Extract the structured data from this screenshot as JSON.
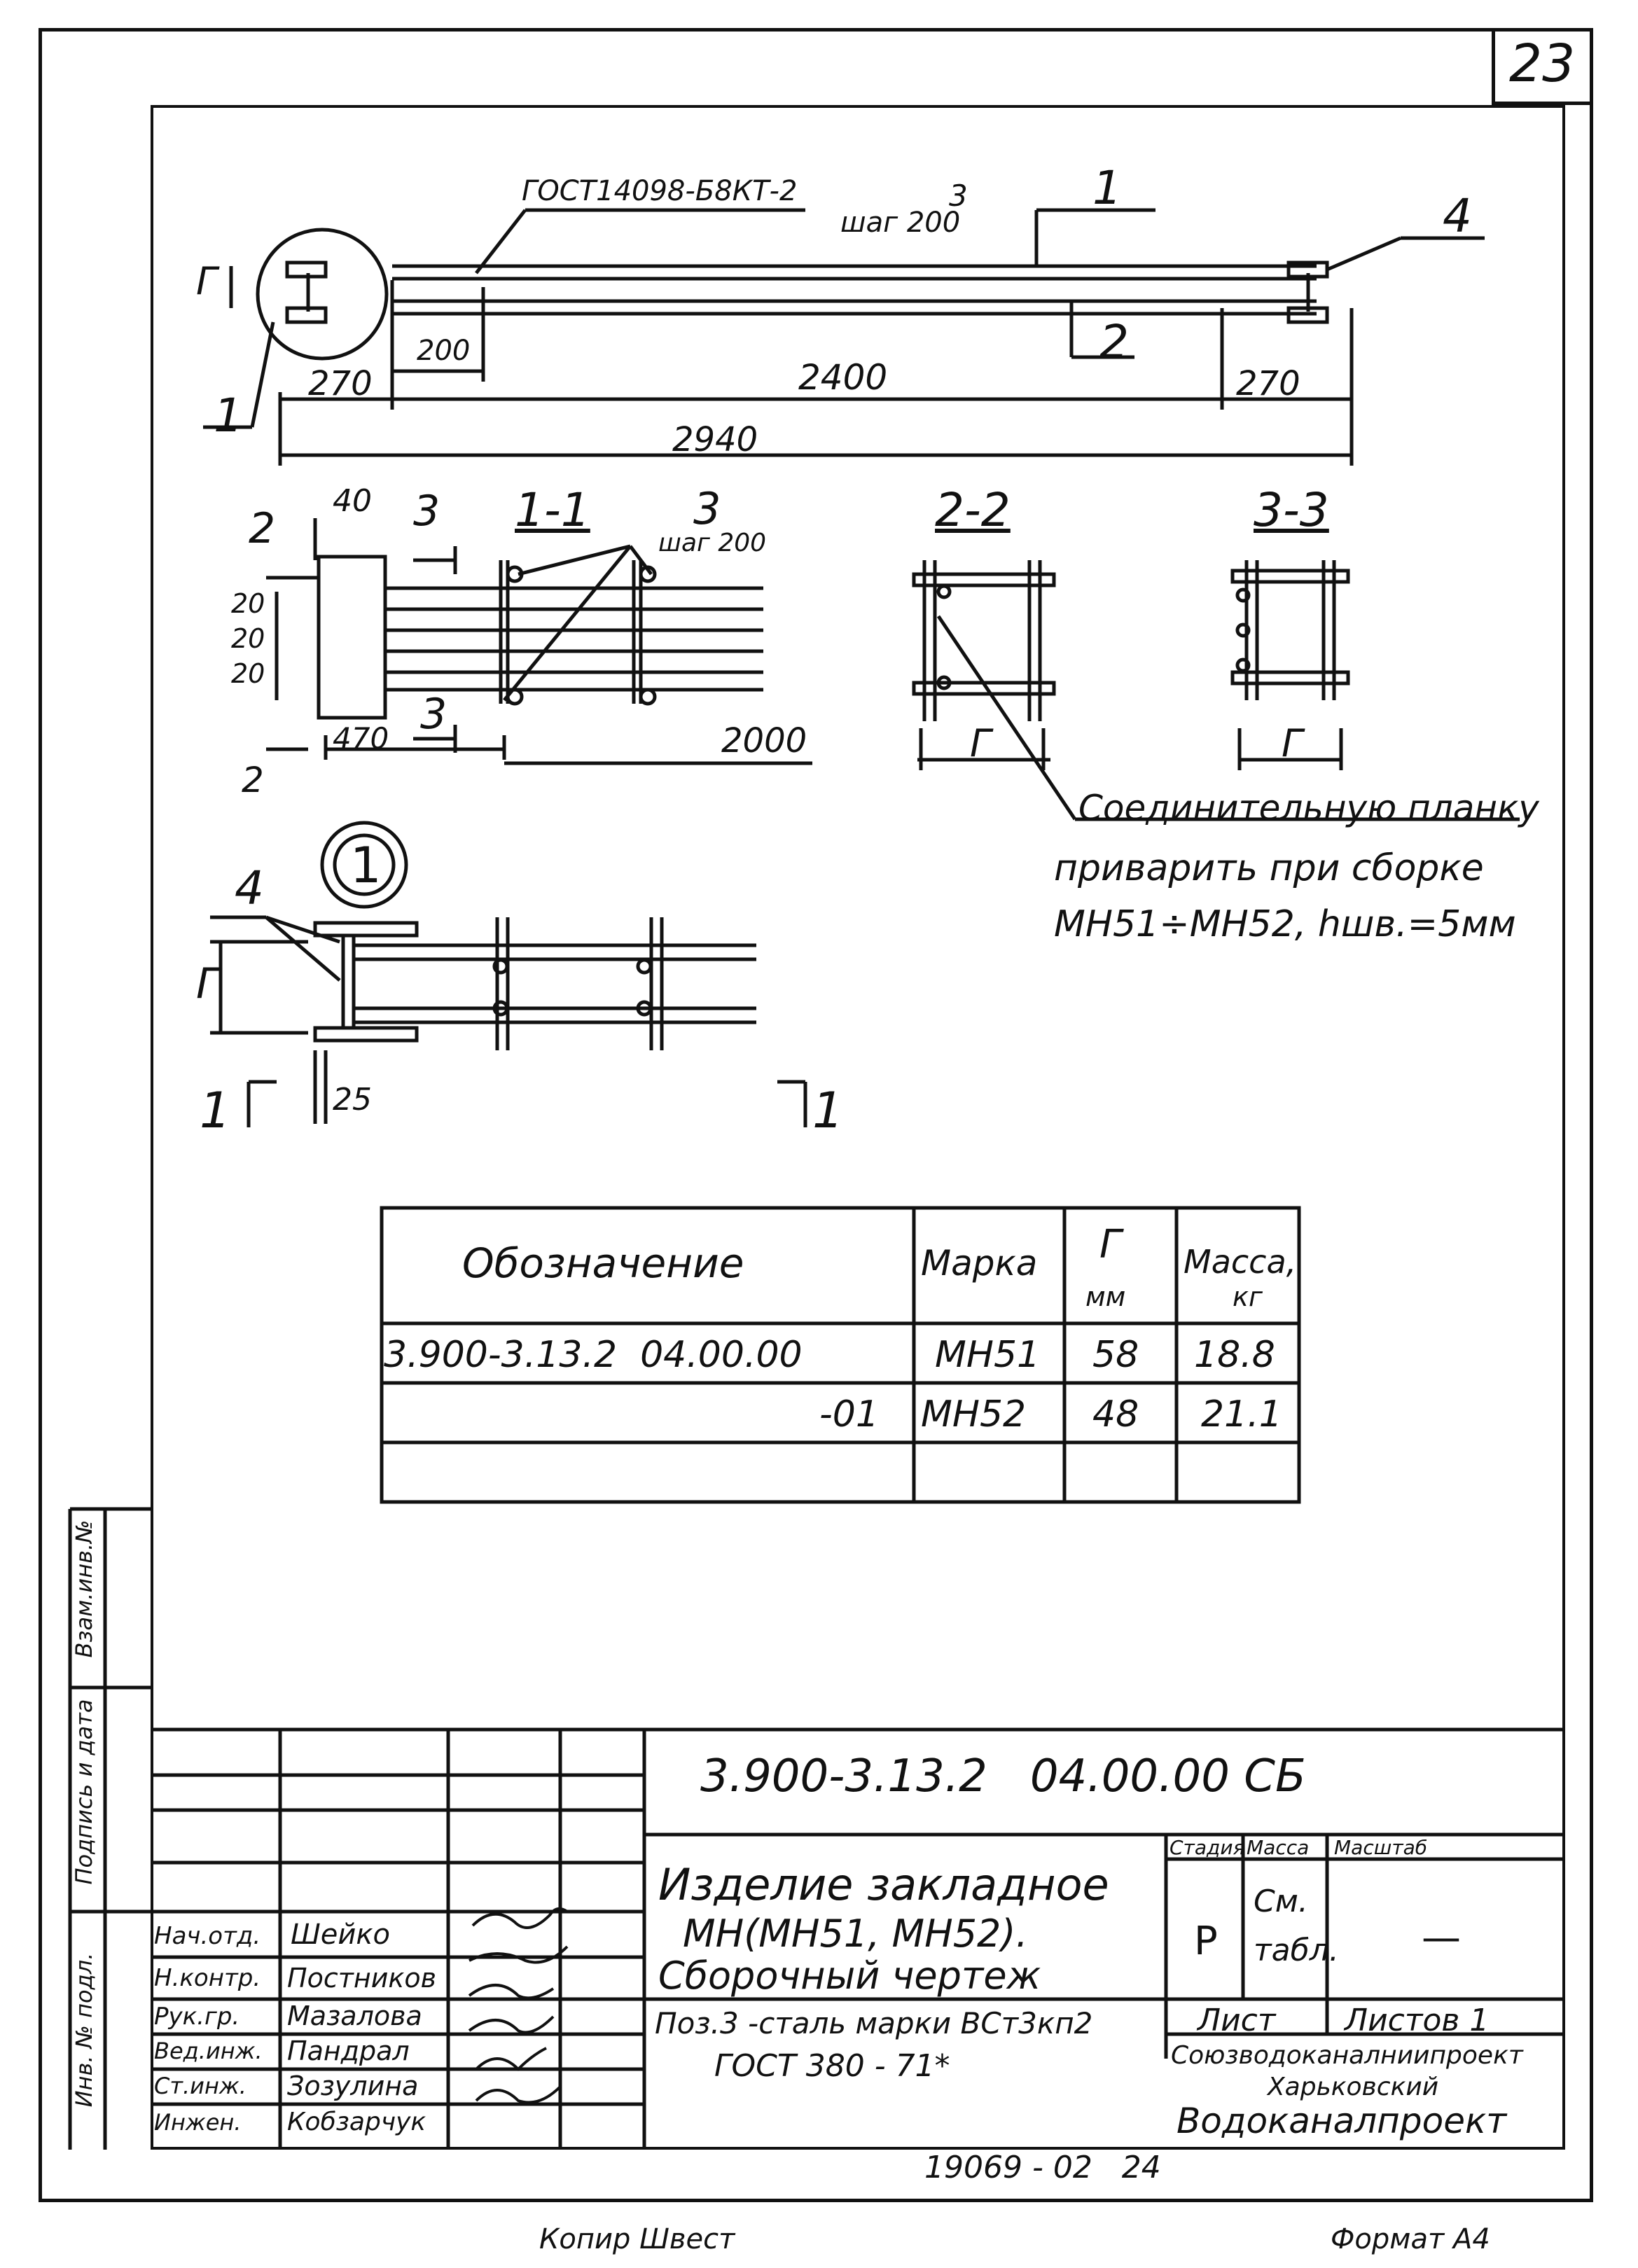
{
  "sheet_number": "23",
  "drawing": {
    "weld_note": "ГОСТ14098-Б8КТ-2",
    "pos3_label": "3",
    "pitch_label": "шаг 200",
    "callout_1": "1",
    "callout_2": "2",
    "callout_4": "4",
    "dim_200": "200",
    "dim_270_left": "270",
    "dim_2400": "2400",
    "dim_270_right": "270",
    "dim_2940": "2940",
    "dim_g": "Г"
  },
  "section_view": {
    "title": "1-1",
    "cut_2": "2",
    "cut_3": "3",
    "pos3": "3",
    "pitch": "шаг 200",
    "dim_40": "40",
    "dim_20a": "20",
    "dim_20b": "20",
    "dim_20c": "20",
    "dim_470": "470",
    "dim_2000": "2000",
    "cut_3_bottom": "3",
    "cut_2_bottom": "2"
  },
  "section_2_2": {
    "title": "2-2",
    "dim": "Г"
  },
  "section_3_3": {
    "title": "3-3",
    "dim": "Г"
  },
  "note": {
    "line1": "Соединительную планку",
    "line2": "приварить при сборке",
    "line3": "МН51÷МН52, hшв.=5мм"
  },
  "detail": {
    "circle_label": "1",
    "pos4": "4",
    "dim_g": "Г",
    "dim_25": "25",
    "section_left": "1",
    "section_right": "1"
  },
  "table": {
    "headers": {
      "designation": "Обозначение",
      "mark": "Марка",
      "g": "Г",
      "g_unit": "мм",
      "mass": "Масса,",
      "mass_unit": "кг"
    },
    "rows": [
      {
        "designation": "3.900-3.13.2  04.00.00",
        "mark": "МН51",
        "g": "58",
        "mass": "18.8"
      },
      {
        "designation": "-01",
        "mark": "МН52",
        "g": "48",
        "mass": "21.1"
      }
    ]
  },
  "side_stamp": {
    "vzam": "Взам.инв.№",
    "podpis": "Подпись и дата",
    "inv": "Инв. № подл."
  },
  "title_block": {
    "code": "3.900-3.13.2   04.00.00 СБ",
    "name_line1": "Изделие закладное",
    "name_line2": "МН(МН51, МН52).",
    "name_line3": "Сборочный чертеж",
    "stage_h": "Стадия",
    "mass_h": "Масса",
    "scale_h": "Масштаб",
    "stage": "Р",
    "mass_1": "См.",
    "mass_2": "табл.",
    "scale": "—",
    "sheet_h": "Лист",
    "sheets_h": "Листов 1",
    "material_1": "Поз.3 -сталь марки ВСт3кп2",
    "material_2": "ГОСТ 380 - 71*",
    "org_1": "Союзводоканалниипроект",
    "org_2": "Харьковский",
    "org_3": "Водоканалпроект",
    "roles": [
      {
        "role": "Нач.отд.",
        "name": "Шейко"
      },
      {
        "role": "Н.контр.",
        "name": "Постников"
      },
      {
        "role": "Рук.гр.",
        "name": "Мазалова"
      },
      {
        "role": "Вед.инж.",
        "name": "Пандрал"
      },
      {
        "role": "Ст.инж.",
        "name": "Зозулина"
      },
      {
        "role": "Инжен.",
        "name": "Кобзарчук"
      }
    ]
  },
  "bottom": {
    "number": "19069 - 02   24",
    "copy": "Копир Швест",
    "format": "Формат А4"
  }
}
